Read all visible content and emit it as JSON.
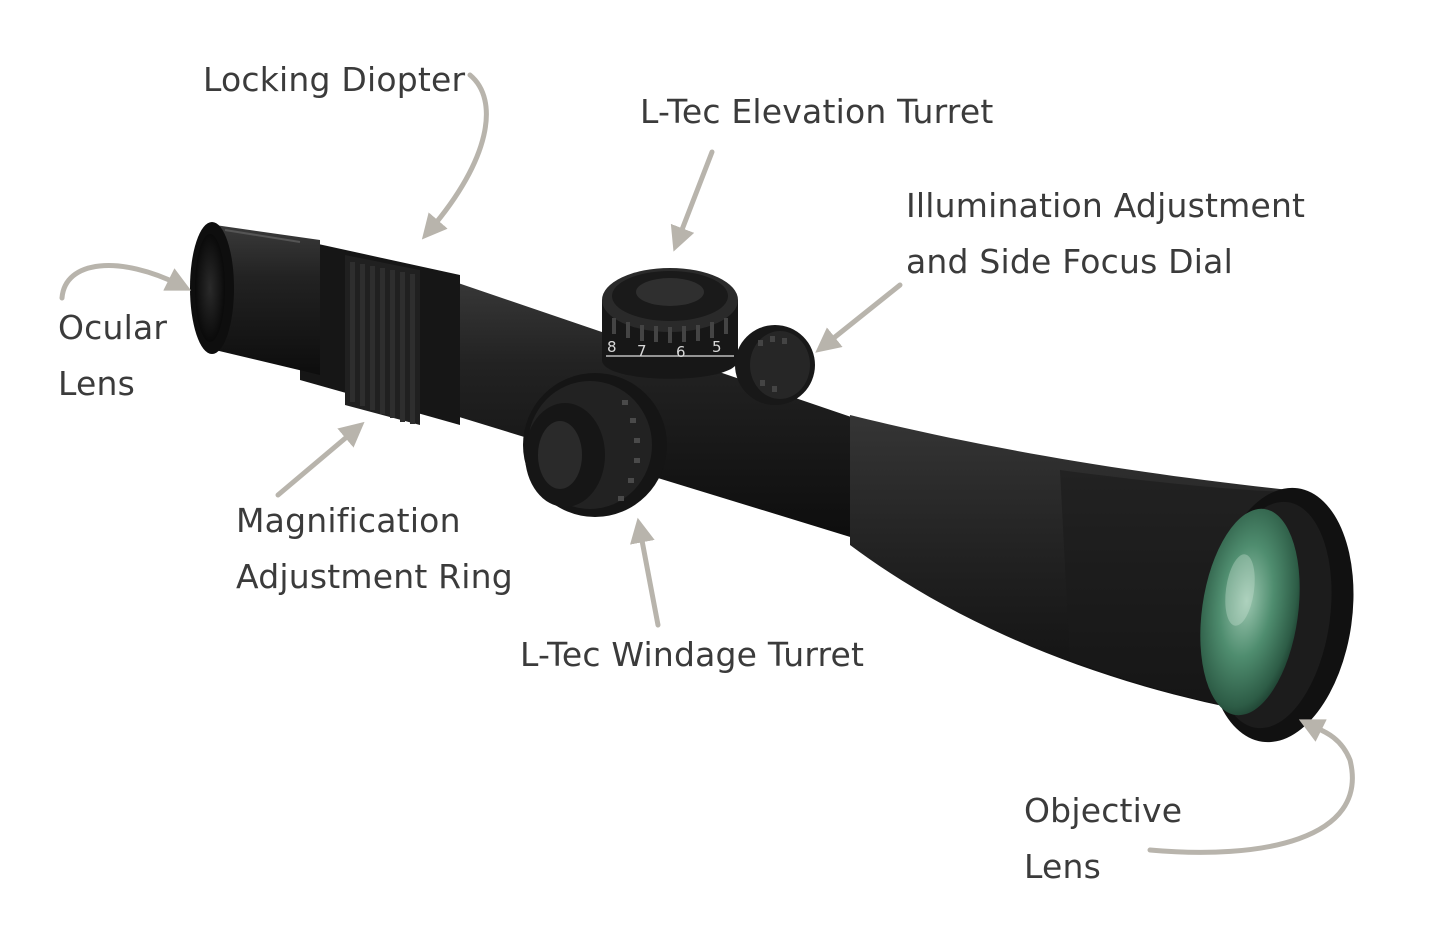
{
  "labels": {
    "locking_diopter": "Locking Diopter",
    "elevation_turret": "L-Tec Elevation Turret",
    "illumination_line1": "Illumination Adjustment",
    "illumination_line2": "and Side Focus Dial",
    "ocular_line1": "Ocular",
    "ocular_line2": "Lens",
    "magnification_line1": "Magnification",
    "magnification_line2": "Adjustment Ring",
    "windage_turret": "L-Tec Windage Turret",
    "objective_line1": "Objective",
    "objective_line2": "Lens"
  },
  "turret_numbers": [
    "8",
    "7",
    "6",
    "5"
  ],
  "colors": {
    "scope_body": "#1c1c1c",
    "label_text": "#3b3b3b",
    "arrow": "#b8b4ac",
    "lens_glass": "#3f7a5e"
  }
}
